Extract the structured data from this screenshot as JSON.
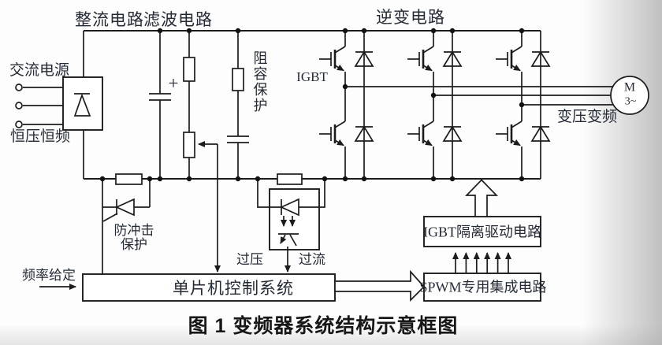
{
  "labels": {
    "rectifier": "整流电路",
    "filter": "滤波电路",
    "inverter": "逆变电路",
    "ac_source": "交流电源",
    "cvcf": "恒压恒频",
    "rc_snubber": "阻容保护",
    "igbt": "IGBT",
    "vvvf": "变压变频",
    "motor_m": "M",
    "motor_3ph": "3~",
    "inrush": "防冲击\n保护",
    "freq_ref": "频率给定",
    "overvoltage": "过压",
    "overcurrent": "过流",
    "plus": "+"
  },
  "boxes": {
    "mcu": "单片机控制系统",
    "driver": "IGBT隔离驱动电路",
    "spwm": "SPWM专用集成电路"
  },
  "caption": "图 1  变频器系统结构示意框图",
  "colors": {
    "line": "#1c1c1c",
    "text": "#242a35",
    "background": "#fdfdfd",
    "edge_shade": "#a0a0a2"
  }
}
